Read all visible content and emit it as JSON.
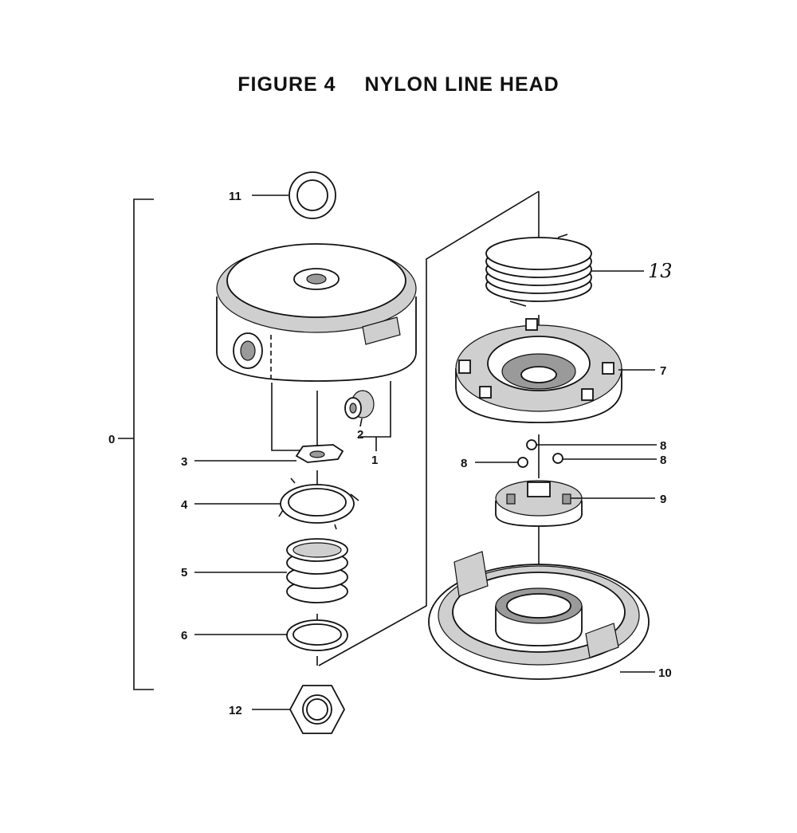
{
  "figure": {
    "number_label": "FIGURE 4",
    "title": "NYLON LINE HEAD"
  },
  "callouts": {
    "c0": "0",
    "c1": "1",
    "c2": "2",
    "c3": "3",
    "c4": "4",
    "c5": "5",
    "c6": "6",
    "c7": "7",
    "c8a": "8",
    "c8b": "8",
    "c8c": "8",
    "c9": "9",
    "c10": "10",
    "c11": "11",
    "c12": "12",
    "c13": "13"
  },
  "parts": [
    {
      "ref": "0",
      "name": "assembly-bracket"
    },
    {
      "ref": "1",
      "name": "head-housing"
    },
    {
      "ref": "2",
      "name": "line-eyelet"
    },
    {
      "ref": "3",
      "name": "washer-plate"
    },
    {
      "ref": "4",
      "name": "retainer-ring"
    },
    {
      "ref": "5",
      "name": "coil-spring"
    },
    {
      "ref": "6",
      "name": "ring"
    },
    {
      "ref": "7",
      "name": "spool"
    },
    {
      "ref": "8",
      "name": "ball"
    },
    {
      "ref": "9",
      "name": "cam-ratchet"
    },
    {
      "ref": "10",
      "name": "cover-base"
    },
    {
      "ref": "11",
      "name": "top-washer"
    },
    {
      "ref": "12",
      "name": "hex-nut"
    },
    {
      "ref": "13",
      "name": "nylon-line"
    }
  ]
}
